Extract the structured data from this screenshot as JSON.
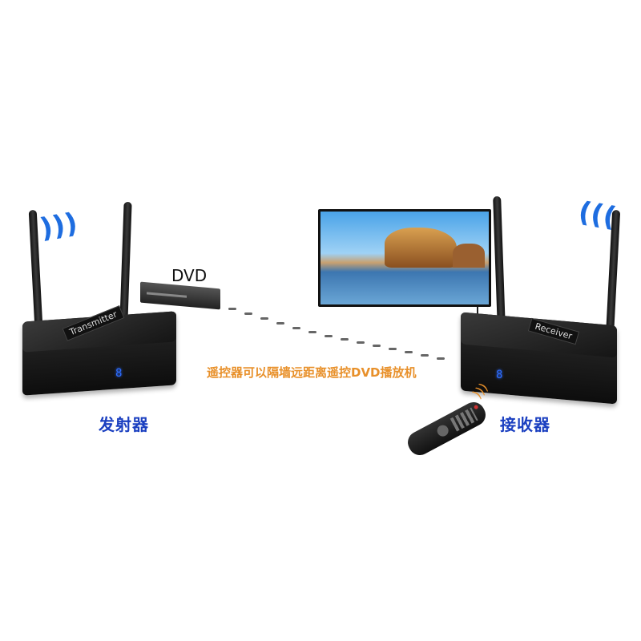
{
  "transmitter": {
    "plate": "Transmitter",
    "led": "8",
    "caption": "发射器"
  },
  "receiver": {
    "plate": "Receiver",
    "led": "8",
    "caption": "接收器"
  },
  "dvd": {
    "label": "DVD"
  },
  "description": "遥控器可以隔墙远距离遥控DVD播放机",
  "colors": {
    "caption": "#1a3fc0",
    "description": "#e8902a",
    "wifi": "#1e6de0"
  },
  "icons": [
    "wifi-signal-icon",
    "wifi-signal-icon",
    "ir-signal-icon"
  ]
}
